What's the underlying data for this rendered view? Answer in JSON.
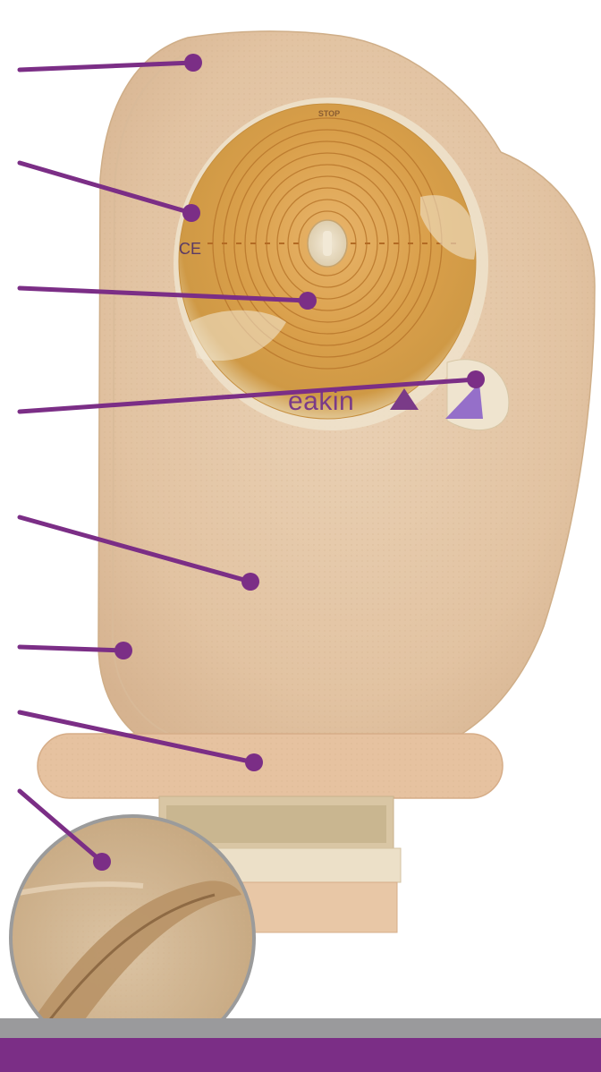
{
  "product": {
    "brand_label": "eakin",
    "ce_mark": "CE",
    "stop_label": "STOP"
  },
  "colors": {
    "accent": "#7b2e86",
    "pouch": "#e6c9a8",
    "flange": "#d9a04a",
    "bottom_bar": "#9a9a9c",
    "bottom_band": "#7b2e86"
  },
  "callouts": [
    {
      "id": "callout-1",
      "target": "pouch-top-border"
    },
    {
      "id": "callout-2",
      "target": "flange-edge"
    },
    {
      "id": "callout-3",
      "target": "cut-to-fit-guide-rings"
    },
    {
      "id": "callout-4",
      "target": "release-tab"
    },
    {
      "id": "callout-5",
      "target": "pouch-body"
    },
    {
      "id": "callout-6",
      "target": "pouch-side-edge"
    },
    {
      "id": "callout-7",
      "target": "drainage-outlet-region"
    },
    {
      "id": "callout-8",
      "target": "internal-outlet-opening"
    }
  ]
}
